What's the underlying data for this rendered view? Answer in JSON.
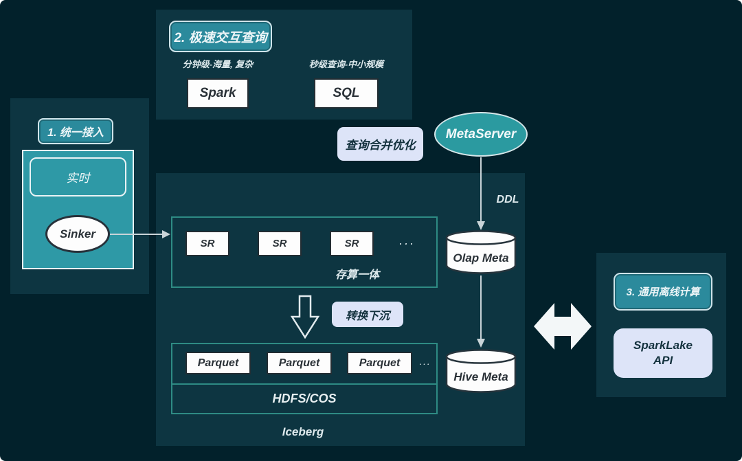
{
  "colors": {
    "background": "#02212b",
    "panel": "#0d3541",
    "teal_fill": "#2e99a6",
    "badge_fill": "#2b8a9c",
    "lavender_fill": "#dde4f8",
    "container_border": "#2e8b84",
    "white_node": "#fdfdfd",
    "dark_text": "#2a3137",
    "light_text": "#dde9ec"
  },
  "sections": {
    "unified_ingest": {
      "badge": "1. 统一接入",
      "realtime": "实时",
      "sinker": "Sinker"
    },
    "interactive_query": {
      "badge": "2. 极速交互查询",
      "spark_caption": "分钟级-海量, 复杂",
      "spark": "Spark",
      "sql_caption": "秒级查询-中小规模",
      "sql": "SQL"
    },
    "offline_compute": {
      "badge": "3. 通用离线计算",
      "sparklake_line1": "SparkLake",
      "sparklake_line2": "API"
    }
  },
  "middle": {
    "query_merge": "查询合并优化",
    "metaserver": "MetaServer",
    "ddl": "DDL"
  },
  "lake": {
    "sr_nodes": [
      "SR",
      "SR",
      "SR"
    ],
    "sr_more": "···",
    "sr_caption": "存算一体",
    "transform": "转换下沉",
    "parquet_nodes": [
      "Parquet",
      "Parquet",
      "Parquet"
    ],
    "parquet_more": "···",
    "hdfs": "HDFS/COS",
    "iceberg": "Iceberg"
  },
  "meta": {
    "olap": "Olap Meta",
    "hive": "Hive Meta"
  }
}
